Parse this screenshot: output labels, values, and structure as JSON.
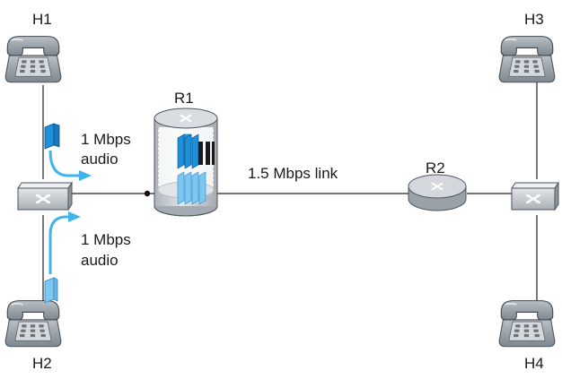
{
  "hosts": {
    "h1": "H1",
    "h2": "H2",
    "h3": "H3",
    "h4": "H4"
  },
  "routers": {
    "r1": "R1",
    "r2": "R2"
  },
  "flows": {
    "top": {
      "rate": "1 Mbps",
      "type": "audio"
    },
    "bottom": {
      "rate": "1 Mbps",
      "type": "audio"
    }
  },
  "link": {
    "label": "1.5 Mbps link"
  },
  "colors": {
    "phone_body": "#9aa3ab",
    "phone_dark": "#5f676f",
    "switch_fill": "#c9cdd1",
    "router_fill": "#c7ccd1",
    "packet_blue": "#1f8fd8",
    "packet_light": "#7fc6f0",
    "flow_arrow": "#3fb4ea"
  }
}
